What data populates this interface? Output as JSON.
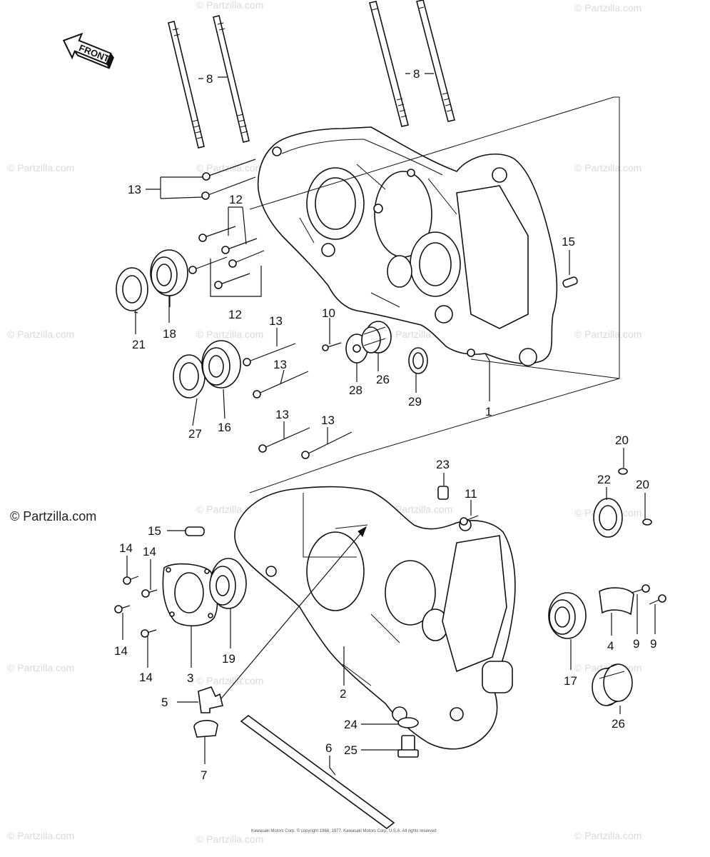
{
  "diagram": {
    "brand": "© Partzilla.com",
    "watermark": "© Partzilla.com",
    "front_label": "FRONT",
    "copyright": "Kawasaki Motors Corp. © copyright 1968, 1977, Kawasaki Motors Corp. U.S.A. All rights reserved",
    "callouts": {
      "c1": "1",
      "c2": "2",
      "c3": "3",
      "c4": "4",
      "c5": "5",
      "c6": "6",
      "c7": "7",
      "c8a": "8",
      "c8b": "8",
      "c9a": "9",
      "c9b": "9",
      "c10": "10",
      "c11": "11",
      "c12a": "12",
      "c12b": "12",
      "c13a": "13",
      "c13b": "13",
      "c13c": "13",
      "c13d": "13",
      "c13e": "13",
      "c14a": "14",
      "c14b": "14",
      "c14c": "14",
      "c14d": "14",
      "c15a": "15",
      "c15b": "15",
      "c16": "16",
      "c17": "17",
      "c18": "18",
      "c19": "19",
      "c20a": "20",
      "c20b": "20",
      "c21": "21",
      "c22": "22",
      "c23": "23",
      "c24": "24",
      "c25": "25",
      "c26a": "26",
      "c26b": "26",
      "c27": "27",
      "c28": "28",
      "c29": "29"
    }
  }
}
